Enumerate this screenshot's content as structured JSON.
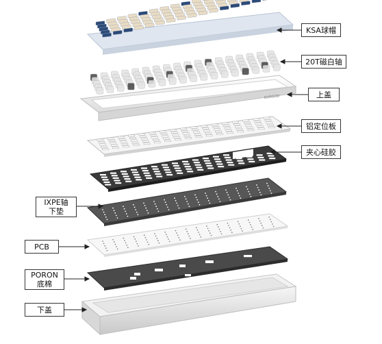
{
  "diagram": {
    "brand_text": "DURGOD",
    "layers": [
      {
        "id": "keycaps",
        "label": "KSA球帽"
      },
      {
        "id": "switches",
        "label": "20T磁白轴"
      },
      {
        "id": "top-case",
        "label": "上盖"
      },
      {
        "id": "plate",
        "label": "铝定位板"
      },
      {
        "id": "silicone",
        "label": "夹心硅胶"
      },
      {
        "id": "ixpe",
        "label_line1": "IXPE轴",
        "label_line2": "下垫"
      },
      {
        "id": "pcb",
        "label": "PCB"
      },
      {
        "id": "poron",
        "label_line1": "PORON",
        "label_line2": "底棉"
      },
      {
        "id": "bottom-case",
        "label": "下盖"
      }
    ]
  },
  "colors": {
    "keycap_navy": "#2c4a78",
    "keycap_cream": "#e9dcc4",
    "silicone": "#3c3c3c",
    "ixpe": "#555555",
    "poron": "#4a4a4a",
    "plate": "#f4f4f4",
    "case": "#ededed"
  }
}
